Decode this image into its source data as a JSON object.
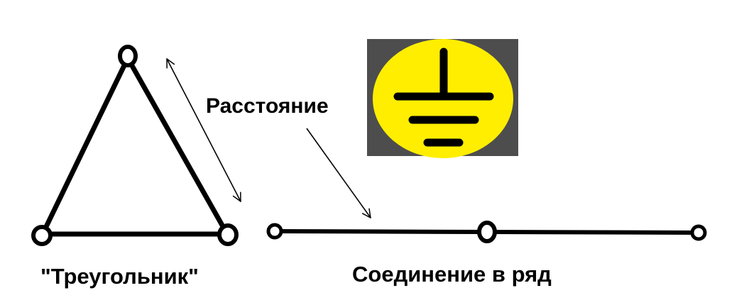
{
  "labels": {
    "distance": "Расстояние",
    "triangle": "\"Треугольник\"",
    "row": "Соединение в ряд"
  },
  "icons": {
    "ground_symbol": "ground-icon"
  },
  "colors": {
    "line": "#000000",
    "ground_background": "#4d4d4d",
    "ground_circle": "#ffee00"
  }
}
